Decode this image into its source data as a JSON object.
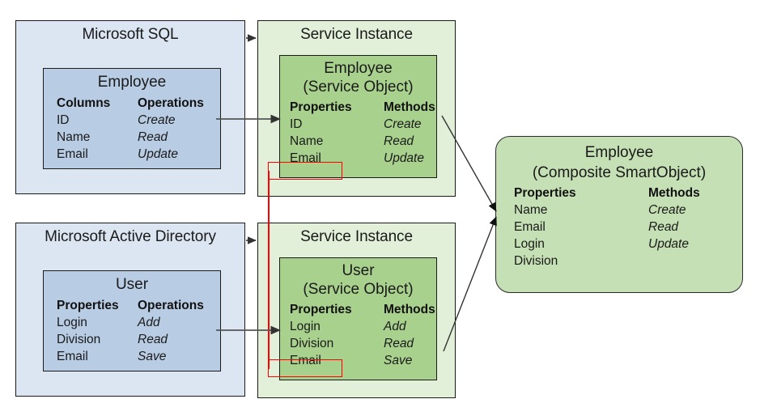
{
  "diagram": {
    "sources": [
      {
        "id": "sql",
        "title": "Microsoft SQL",
        "object": {
          "name": "Employee",
          "left_header": "Columns",
          "right_header": "Operations",
          "left_items": [
            "ID",
            "Name",
            "Email"
          ],
          "right_items": [
            "Create",
            "Read",
            "Update"
          ]
        }
      },
      {
        "id": "ad",
        "title": "Microsoft Active Directory",
        "object": {
          "name": "User",
          "left_header": "Properties",
          "right_header": "Operations",
          "left_items": [
            "Login",
            "Division",
            "Email"
          ],
          "right_items": [
            "Add",
            "Read",
            "Save"
          ]
        }
      }
    ],
    "service_instances": [
      {
        "id": "svc-employee",
        "title": "Service Instance",
        "object": {
          "name": "Employee",
          "subtitle": "(Service Object)",
          "left_header": "Properties",
          "right_header": "Methods",
          "left_items": [
            {
              "label": "ID",
              "color": "black"
            },
            {
              "label": "Name",
              "color": "orange"
            },
            {
              "label": "Email",
              "color": "orange",
              "highlight": true
            }
          ],
          "right_items": [
            "Create",
            "Read",
            "Update"
          ]
        }
      },
      {
        "id": "svc-user",
        "title": "Service Instance",
        "object": {
          "name": "User",
          "subtitle": "(Service Object)",
          "left_header": "Properties",
          "right_header": "Methods",
          "left_items": [
            {
              "label": "Login",
              "color": "purple"
            },
            {
              "label": "Division",
              "color": "purple"
            },
            {
              "label": "Email",
              "color": "black",
              "highlight": true
            }
          ],
          "right_items": [
            "Add",
            "Read",
            "Save"
          ]
        }
      }
    ],
    "composite": {
      "name": "Employee",
      "subtitle": "(Composite  SmartObject)",
      "left_header": "Properties",
      "right_header": "Methods",
      "left_items": [
        {
          "label": "Name",
          "color": "orange"
        },
        {
          "label": "Email",
          "color": "orange"
        },
        {
          "label": "Login",
          "color": "purple"
        },
        {
          "label": "Division",
          "color": "purple"
        }
      ],
      "right_items": [
        "Create",
        "Read",
        "Update"
      ]
    },
    "colors": {
      "outer_blue": "#dce6f2",
      "inner_blue": "#b8cce4",
      "outer_green": "#e2efd9",
      "inner_green": "#a9d18e",
      "composite_green": "#c5e0b4",
      "orange_text": "#e2700c",
      "purple_text": "#7030a0",
      "highlight_red": "#ff0000",
      "connector": "#404040"
    }
  }
}
